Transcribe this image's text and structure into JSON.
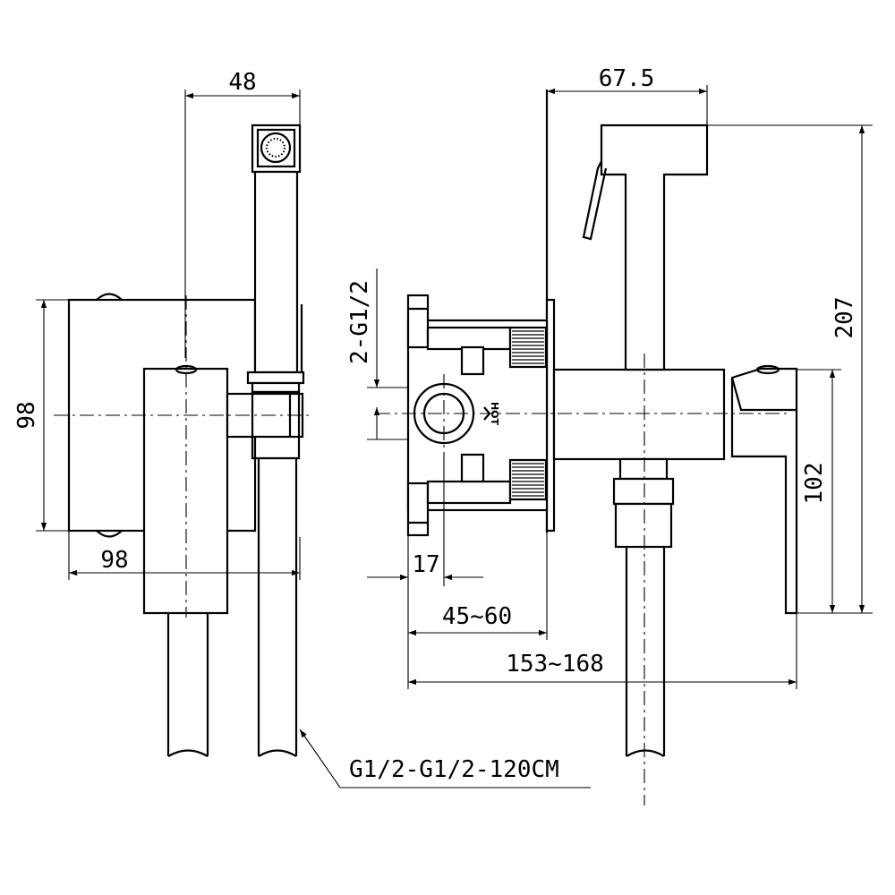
{
  "dimensions": {
    "top_width_left": "48",
    "height_left": "98",
    "width_left": "98",
    "top_width_right": "67.5",
    "thread_spec": "2-G1/2",
    "inlet_offset": "17",
    "wall_depth": "45~60",
    "overall_depth": "153~168",
    "total_height": "207",
    "lever_height": "102"
  },
  "labels": {
    "hose_spec": "G1/2-G1/2-120CM",
    "hot_marking": "HOT"
  },
  "icons": {
    "sprayer_head": "sprayer-nozzle-icon",
    "valve_inlet": "valve-circle-icon"
  },
  "colors": {
    "stroke": "#000000",
    "background": "#ffffff"
  }
}
